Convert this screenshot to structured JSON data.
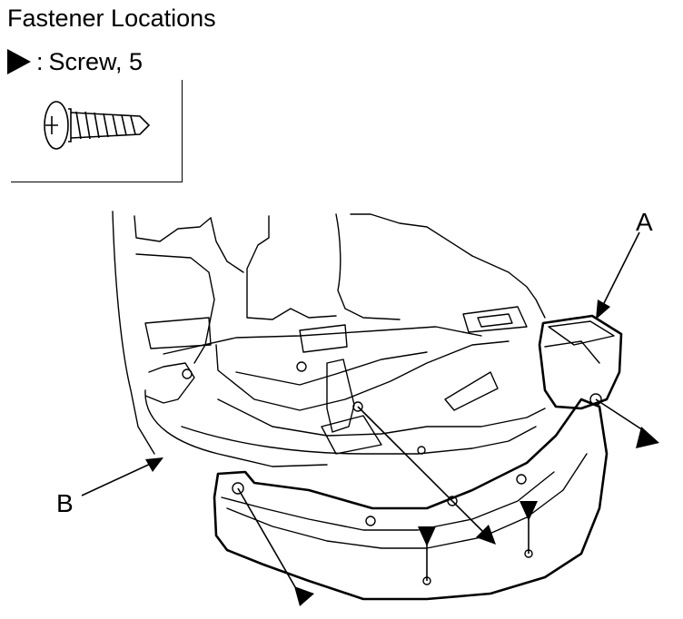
{
  "title": "Fastener Locations",
  "legend": {
    "separator": ":",
    "label": "Screw, 5",
    "symbol": "arrowhead-icon"
  },
  "callouts": {
    "a": "A",
    "b": "B"
  }
}
